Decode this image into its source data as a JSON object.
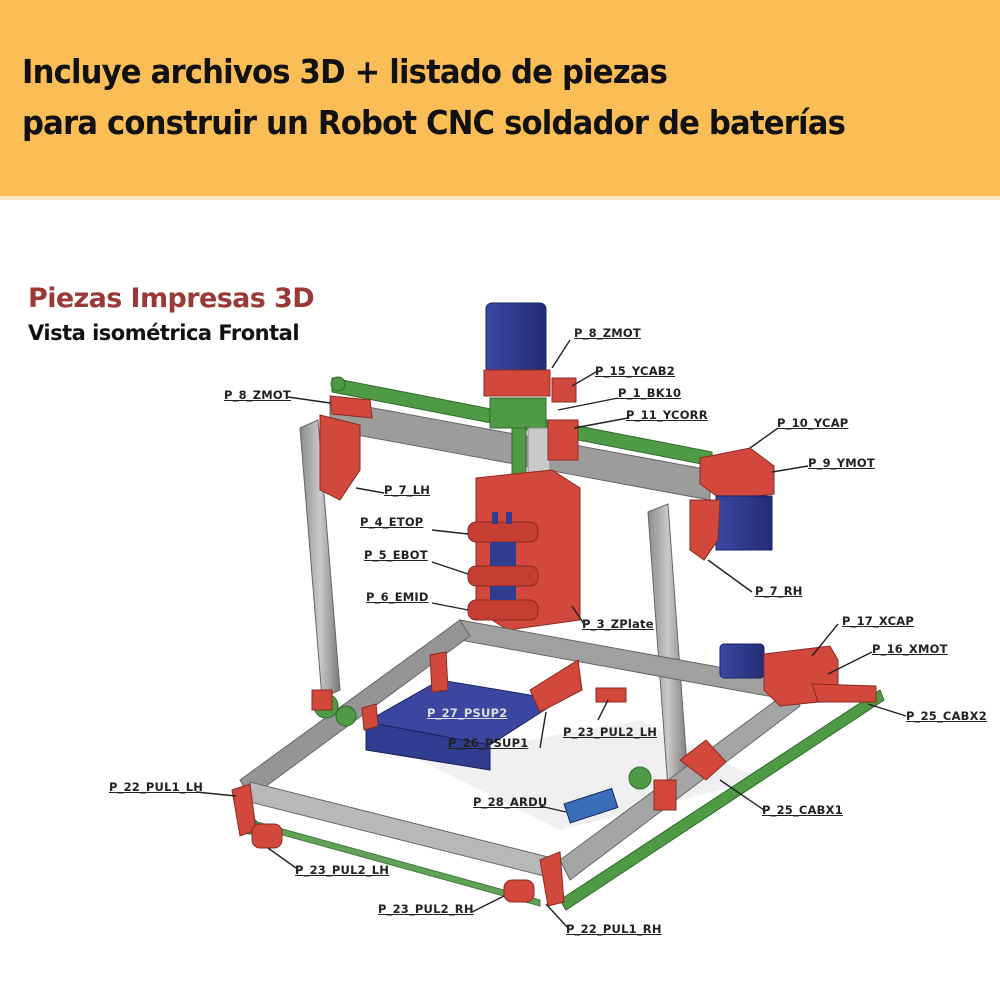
{
  "banner": {
    "line1": "Incluye archivos 3D + listado de piezas",
    "line2": "para construir un Robot CNC soldador de baterías",
    "background": "#fbbd55"
  },
  "header": {
    "title": "Piezas Impresas 3D",
    "subtitle": "Vista isométrica Frontal",
    "title_color": "#9a3a38"
  },
  "colors": {
    "printed_part": "#d2483c",
    "motor": "#2f3c8f",
    "linear_rail": "#4f9a45",
    "aluminum_profile": "#a8a8a8"
  },
  "callouts": [
    {
      "id": "p8-zmot-top",
      "label": "P_8_ZMOT"
    },
    {
      "id": "p15-ycab2",
      "label": "P_15_YCAB2"
    },
    {
      "id": "p1-bk10",
      "label": "P_1_BK10"
    },
    {
      "id": "p11-ycorr",
      "label": "P_11_YCORR"
    },
    {
      "id": "p10-ycap",
      "label": "P_10_YCAP"
    },
    {
      "id": "p9-ymot",
      "label": "P_9_YMOT"
    },
    {
      "id": "p8-zmot-left",
      "label": "P_8_ZMOT"
    },
    {
      "id": "p7-lh",
      "label": "P_7_LH"
    },
    {
      "id": "p4-etop",
      "label": "P_4_ETOP"
    },
    {
      "id": "p5-ebot",
      "label": "P_5_EBOT"
    },
    {
      "id": "p6-emid",
      "label": "P_6_EMID"
    },
    {
      "id": "p3-zplate",
      "label": "P_3_ZPlate"
    },
    {
      "id": "p7-rh",
      "label": "P_7_RH"
    },
    {
      "id": "p17-xcap",
      "label": "P_17_XCAP"
    },
    {
      "id": "p16-xmot",
      "label": "P_16_XMOT"
    },
    {
      "id": "p25-cabx2",
      "label": "P_25_CABX2"
    },
    {
      "id": "p27-psup2",
      "label": "P_27_PSUP2"
    },
    {
      "id": "p26-psup1",
      "label": "P_26_PSUP1"
    },
    {
      "id": "p23-pul2-lh-back",
      "label": "P_23_PUL2_LH"
    },
    {
      "id": "p22-pul1-lh",
      "label": "P_22_PUL1_LH"
    },
    {
      "id": "p28-ardu",
      "label": "P_28_ARDU"
    },
    {
      "id": "p25-cabx1",
      "label": "P_25_CABX1"
    },
    {
      "id": "p23-pul2-lh-front",
      "label": "P_23_PUL2_LH"
    },
    {
      "id": "p23-pul2-rh",
      "label": "P_23_PUL2_RH"
    },
    {
      "id": "p22-pul1-rh",
      "label": "P_22_PUL1_RH"
    }
  ]
}
